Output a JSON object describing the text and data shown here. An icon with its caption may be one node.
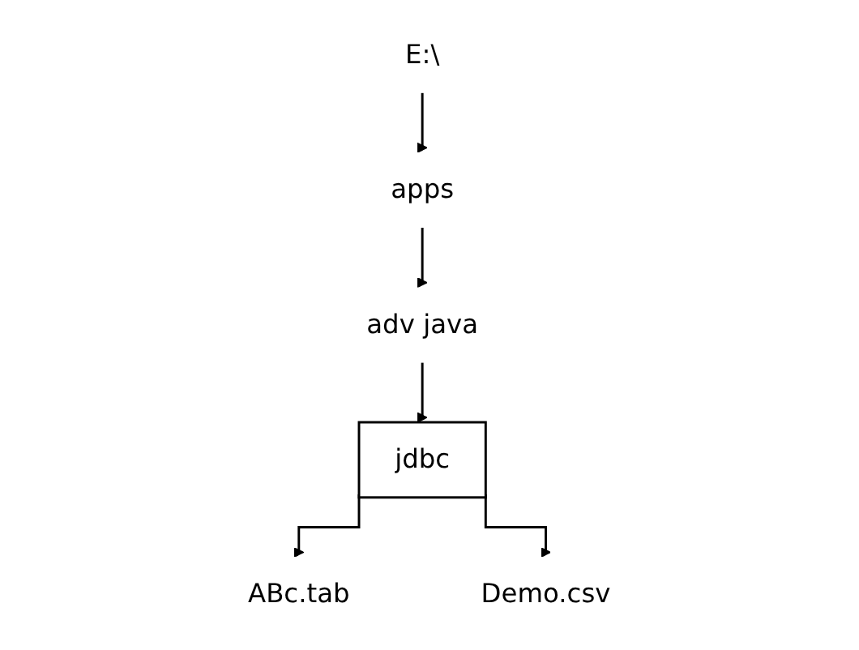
{
  "diagram": {
    "nodes": [
      {
        "text": [
          "E:\\"
        ]
      },
      {
        "text": [
          "apps"
        ]
      },
      {
        "text": [
          "adv java"
        ]
      },
      {
        "text": [
          "jdbc"
        ]
      },
      {
        "text": [
          "ABc.tab"
        ]
      },
      {
        "text": [
          "Demo.csv"
        ]
      }
    ],
    "edges": [
      {
        "from": 0,
        "to": 1,
        "arrow": "to"
      },
      {
        "from": 1,
        "to": 2,
        "arrow": "to"
      },
      {
        "from": 2,
        "to": 3,
        "arrow": "to"
      },
      {
        "from": 3,
        "to": 4,
        "arrow": "to"
      },
      {
        "from": 3,
        "to": 5,
        "arrow": "to"
      }
    ]
  }
}
